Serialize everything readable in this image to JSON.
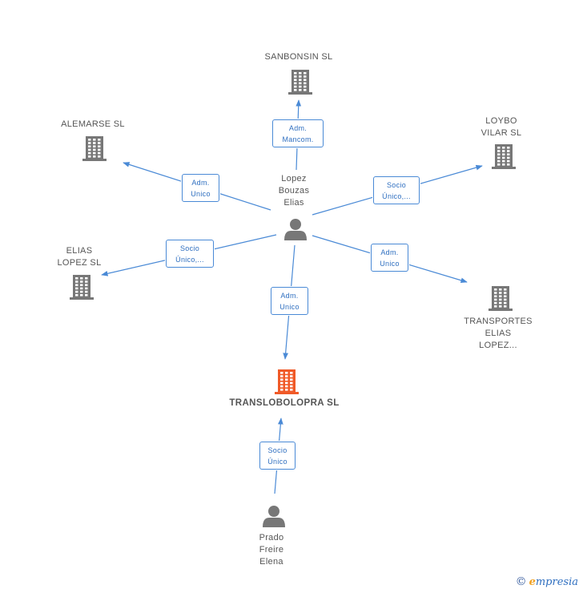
{
  "colors": {
    "edge": "#4a8ad6",
    "building": "#777777",
    "building_highlight": "#f05a28",
    "person": "#777777"
  },
  "nodes": [
    {
      "id": "sanbonsin",
      "label": "SANBONSIN SL",
      "icon": "building-icon"
    },
    {
      "id": "alemarse",
      "label": "ALEMARSE SL",
      "icon": "building-icon"
    },
    {
      "id": "loybo",
      "label": "LOYBO\nVILAR  SL",
      "icon": "building-icon"
    },
    {
      "id": "lopez_bouzas",
      "label": "Lopez\nBouzas\nElias",
      "icon": "person-icon"
    },
    {
      "id": "elias_lopez",
      "label": "ELIAS\nLOPEZ  SL",
      "icon": "building-icon"
    },
    {
      "id": "transportes",
      "label": "TRANSPORTES\nELIAS\nLOPEZ...",
      "icon": "building-icon"
    },
    {
      "id": "translobolopra",
      "label": "TRANSLOBOLOPRA SL",
      "icon": "building-icon",
      "highlight": true
    },
    {
      "id": "prado_freire",
      "label": "Prado\nFreire\nElena",
      "icon": "person-icon"
    }
  ],
  "edges": [
    {
      "from": "lopez_bouzas",
      "to": "sanbonsin",
      "label": "Adm.\nMancom."
    },
    {
      "from": "lopez_bouzas",
      "to": "alemarse",
      "label": "Adm.\nUnico"
    },
    {
      "from": "lopez_bouzas",
      "to": "loybo",
      "label": "Socio\nÚnico,..."
    },
    {
      "from": "lopez_bouzas",
      "to": "elias_lopez",
      "label": "Socio\nÚnico,..."
    },
    {
      "from": "lopez_bouzas",
      "to": "transportes",
      "label": "Adm.\nUnico"
    },
    {
      "from": "lopez_bouzas",
      "to": "translobolopra",
      "label": "Adm.\nUnico"
    },
    {
      "from": "prado_freire",
      "to": "translobolopra",
      "label": "Socio\nÚnico"
    }
  ],
  "brand": {
    "copyright": "©",
    "initial": "e",
    "name": "mpresia"
  }
}
